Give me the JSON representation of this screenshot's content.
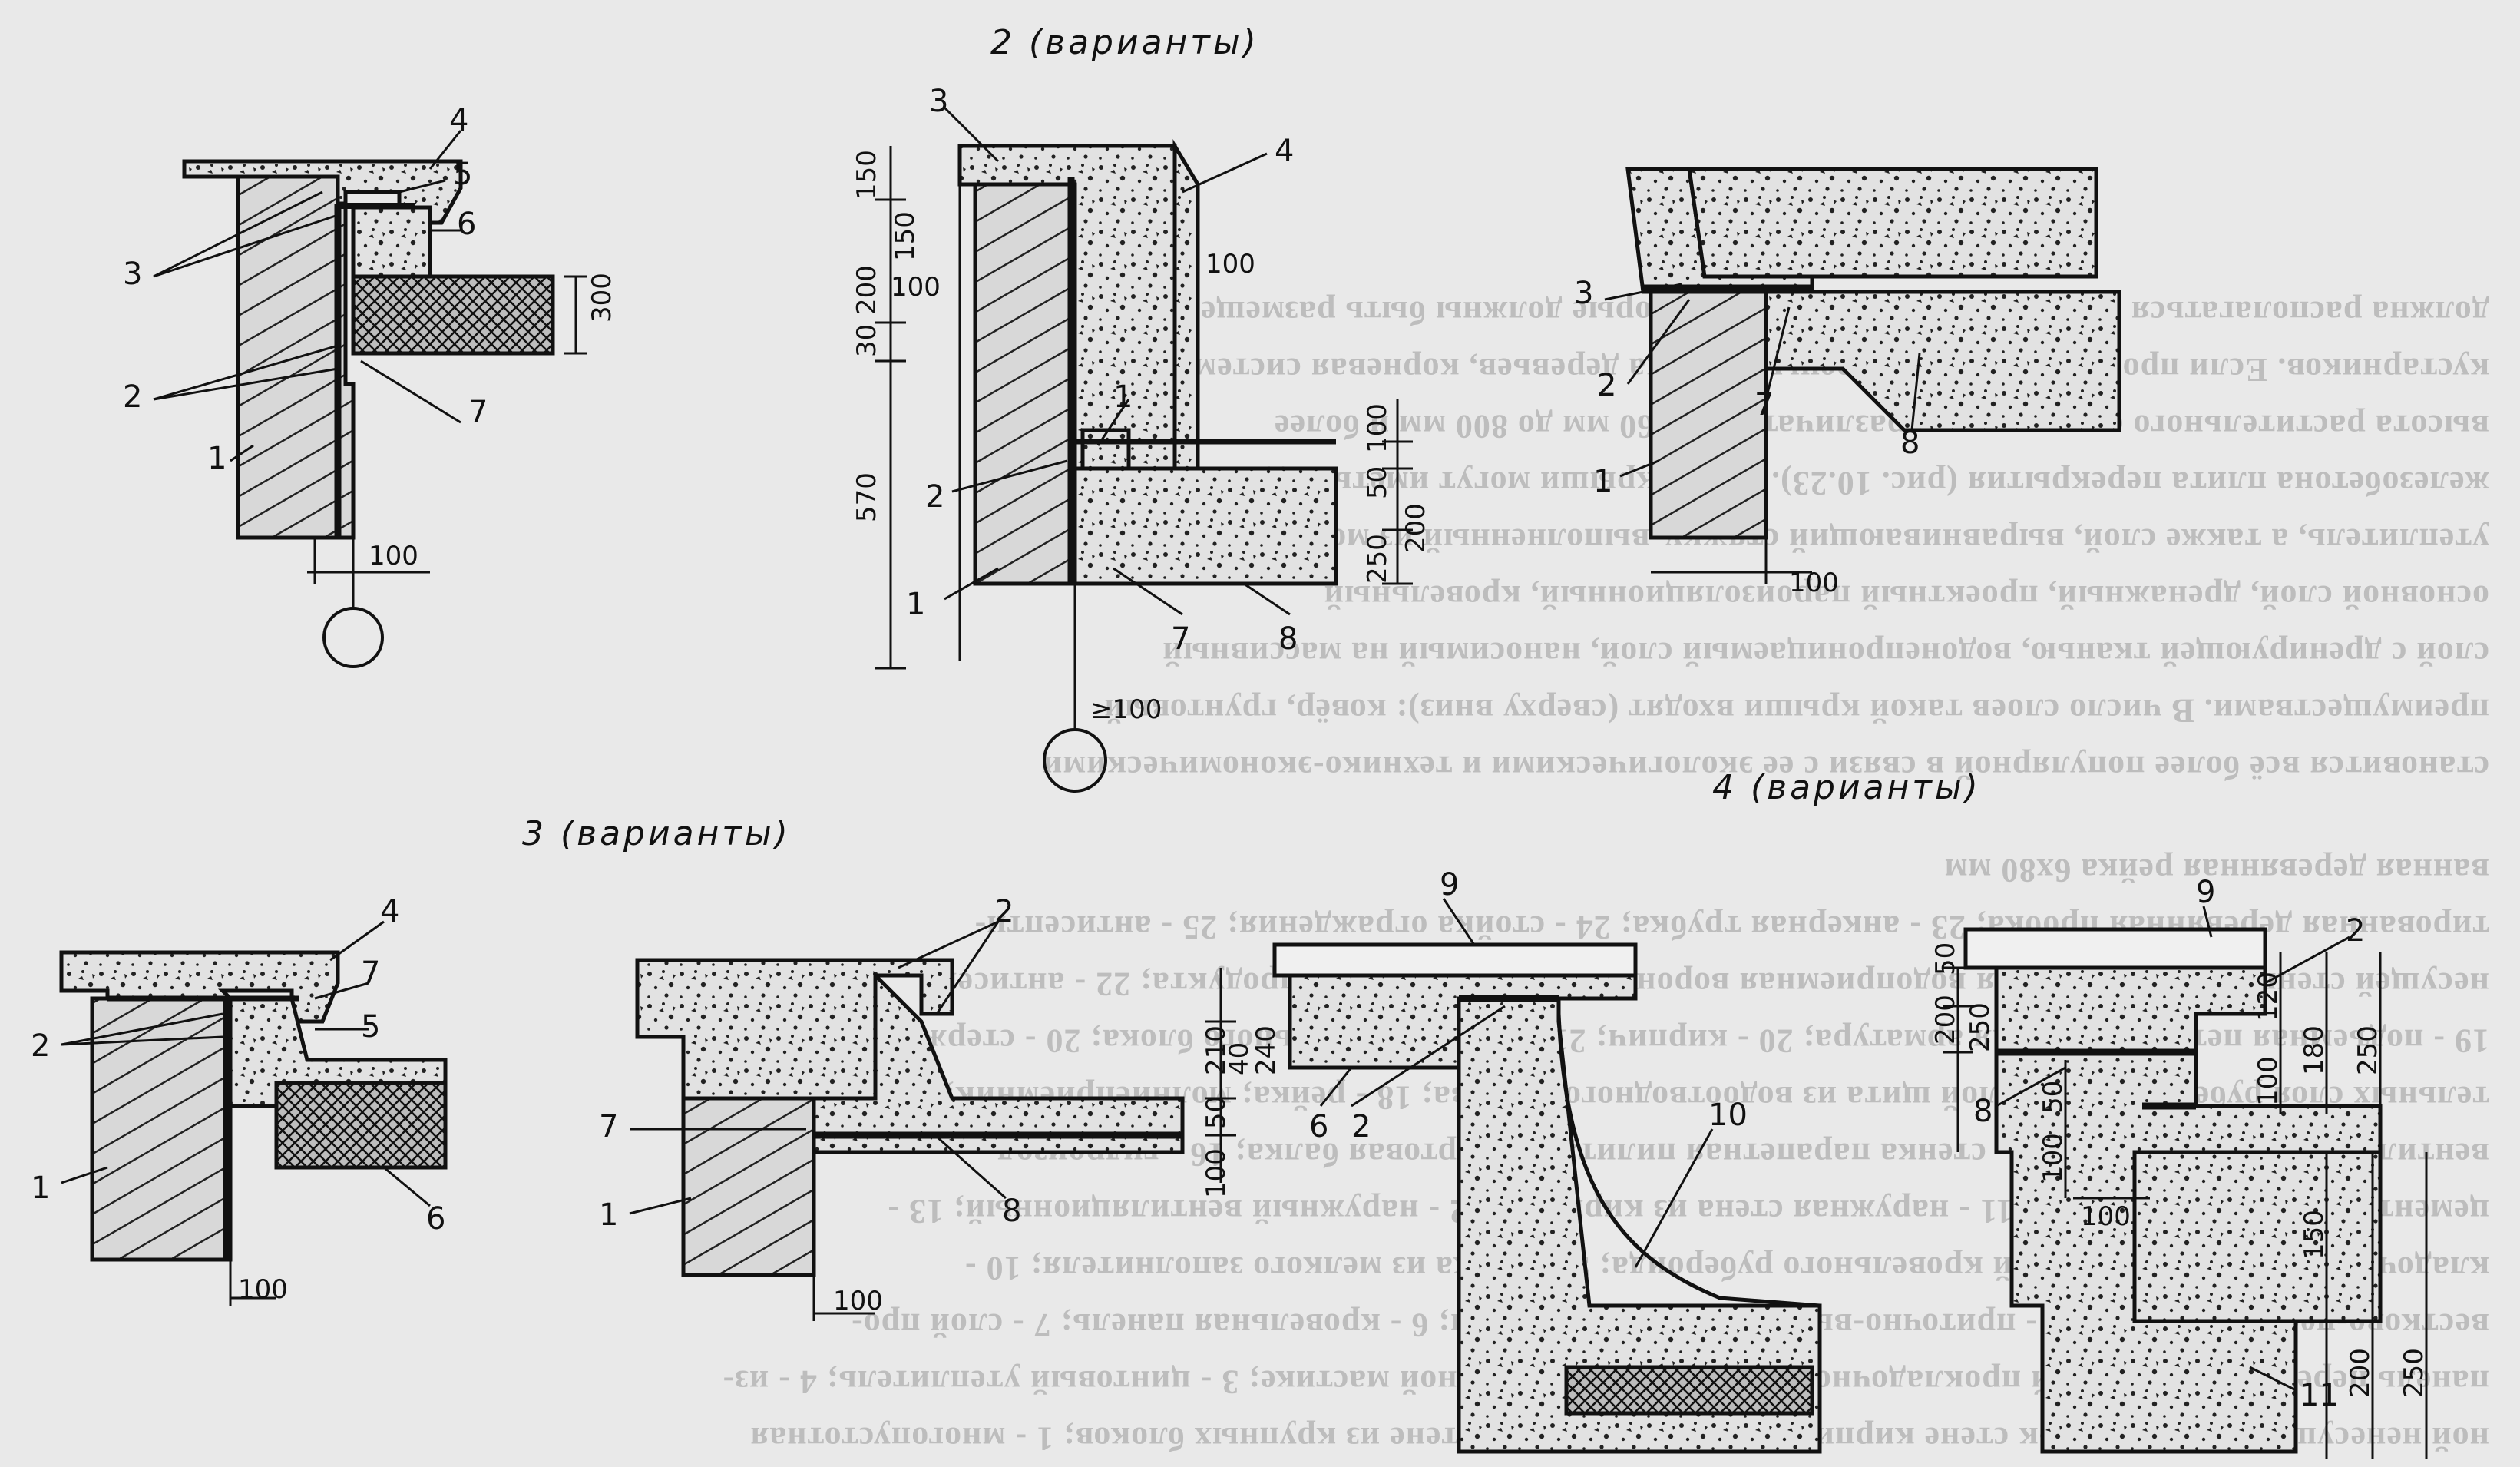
{
  "background_lines": [
    "ной ненесущей стены; Н-2а-к стене кирпичной кладки; Н-2б-к стене из крупных блоков; 1 - многопустотная",
    "панель перекрытия; 2 - слой прокладочного рубероида на битумной мастике; 3 - цинтовый утеплитель; 4 - из-",
    "вестково-песчаная плита; 5 - приточно-вытяжная воздуховодная; 6 - кровельная панель; 7 - слой про-",
    "кладочного рубероида; 8 - слой кровельного рубероида; 9 - стенка из мелкого заполнителя; 10 -",
    "цементно-песчаный раствор; 11 - наружная стена из кирпича; 12 - наружный вентиляционный; 13 -",
    "вентиляционный продукт; 14 - стенка парапетная пилит; 15 - бортовая балка; 16 - гидроизол-",
    "тельных слоя рубероида; 17 - слой щита из водоотводного состава; 18 - рейка; молниеприёмник;",
    "19 - подъемная петля, отогнутая арматура; 20 - кирпич; 21 - деталь кровельного блока; 20 - стержень",
    "несущей стены; 21 - кровельная водоприемная воронка вентиляционного продукта; 22 - антисеп-",
    "тированная деревянная пробка; 23 - анкерная трубка; 24 - стойка ограждения; 25 - антисепти-",
    "ванная деревянная рейка 6х80 мм",
    "становится всё более популярной в связи с ее экологическими и технико-экономическими",
    "преимуществами. В число слоев такой крыши входят (сверху вниз): ковёр, грунтовый",
    "слой с дренирующей тканью, водонепроницаемый слой, наносимый на массивный",
    "основной слой, дренажный, проектный пароизоляционный, кровельный",
    "утеплитель, а также слой, выравнивающий стяжку, выполненный из монолитного",
    "железобетона плита перекрытия (рис. 10.23). Такие крыши могут иметь вид",
    "высота растительного слоя и может различаться от 60 мм до 800 мм и более",
    "кустарников. Если проектом предусмотрены высадка деревьев, корневая система их",
    "должна располагаться в специальных емкостях, которые должны быть размещены над"
  ],
  "titles": {
    "t2": "2 (варианты)",
    "t3": "3 (варианты)",
    "t4": "4 (варианты)"
  },
  "callouts": {
    "d1": [
      "4",
      "5",
      "6",
      "3",
      "2",
      "7",
      "1"
    ],
    "d2": [
      "3",
      "4",
      "100",
      "1",
      "2",
      "7",
      "8"
    ],
    "d3": [
      "3",
      "2",
      "7",
      "1",
      "8"
    ],
    "d4": [
      "4",
      "7",
      "5",
      "2",
      "1",
      "6"
    ],
    "d5": [
      "2",
      "7",
      "1",
      "8"
    ],
    "d6": [
      "9",
      "6",
      "2",
      "10"
    ],
    "d7": [
      "9",
      "2",
      "8",
      "11"
    ]
  },
  "dimensions": {
    "d1": [
      "300",
      "100"
    ],
    "d2": [
      "150",
      "200",
      "150",
      "100",
      "30",
      "570",
      "100",
      "50",
      "200",
      "250",
      "≥100"
    ],
    "d3": [
      "100"
    ],
    "d4": [
      "100"
    ],
    "d5": [
      "210",
      "40",
      "240",
      "50",
      "100",
      "100"
    ],
    "d7": [
      "200",
      "50",
      "250",
      "120",
      "100",
      "180",
      "250",
      "150",
      "200",
      "250",
      "50",
      "100",
      "100"
    ]
  }
}
